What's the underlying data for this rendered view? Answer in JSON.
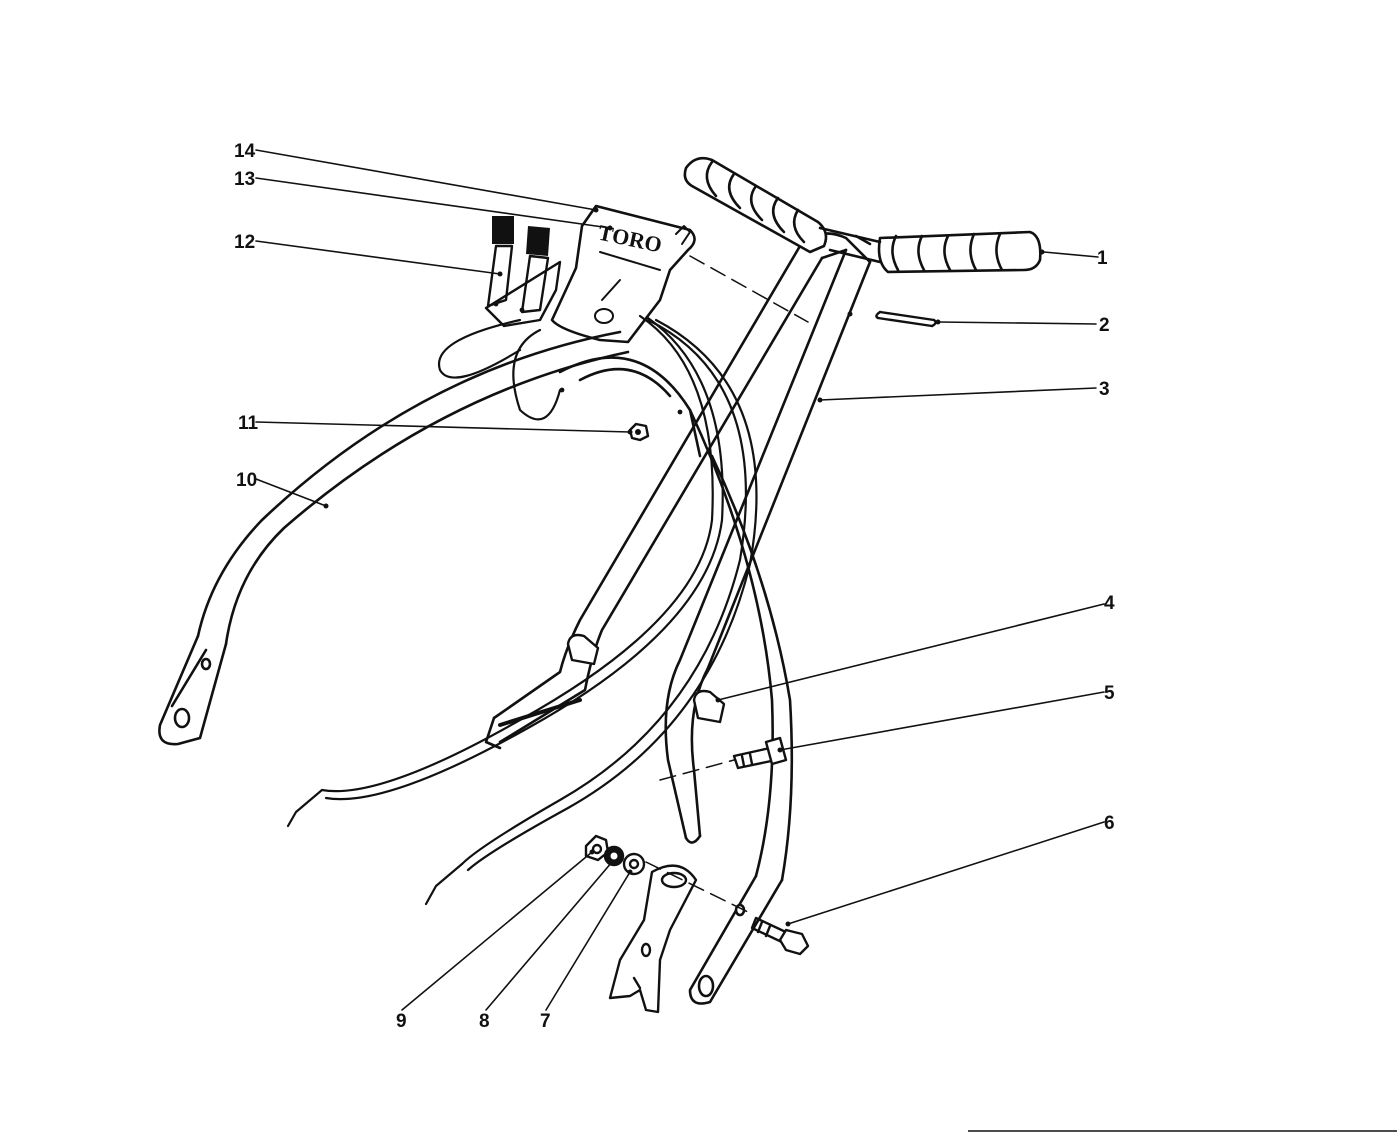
{
  "diagram": {
    "brand_text": "TORO",
    "callouts": [
      {
        "number": "1",
        "part": "handle-grip"
      },
      {
        "number": "2",
        "part": "roll-pin"
      },
      {
        "number": "3",
        "part": "upper-handle"
      },
      {
        "number": "4",
        "part": "cable-clip"
      },
      {
        "number": "5",
        "part": "bolt"
      },
      {
        "number": "6",
        "part": "hex-bolt"
      },
      {
        "number": "7",
        "part": "flat-washer"
      },
      {
        "number": "8",
        "part": "lock-washer"
      },
      {
        "number": "9",
        "part": "hex-nut"
      },
      {
        "number": "10",
        "part": "lower-handle"
      },
      {
        "number": "11",
        "part": "nut"
      },
      {
        "number": "12",
        "part": "control-levers"
      },
      {
        "number": "13",
        "part": "decal"
      },
      {
        "number": "14",
        "part": "control-panel"
      }
    ]
  }
}
